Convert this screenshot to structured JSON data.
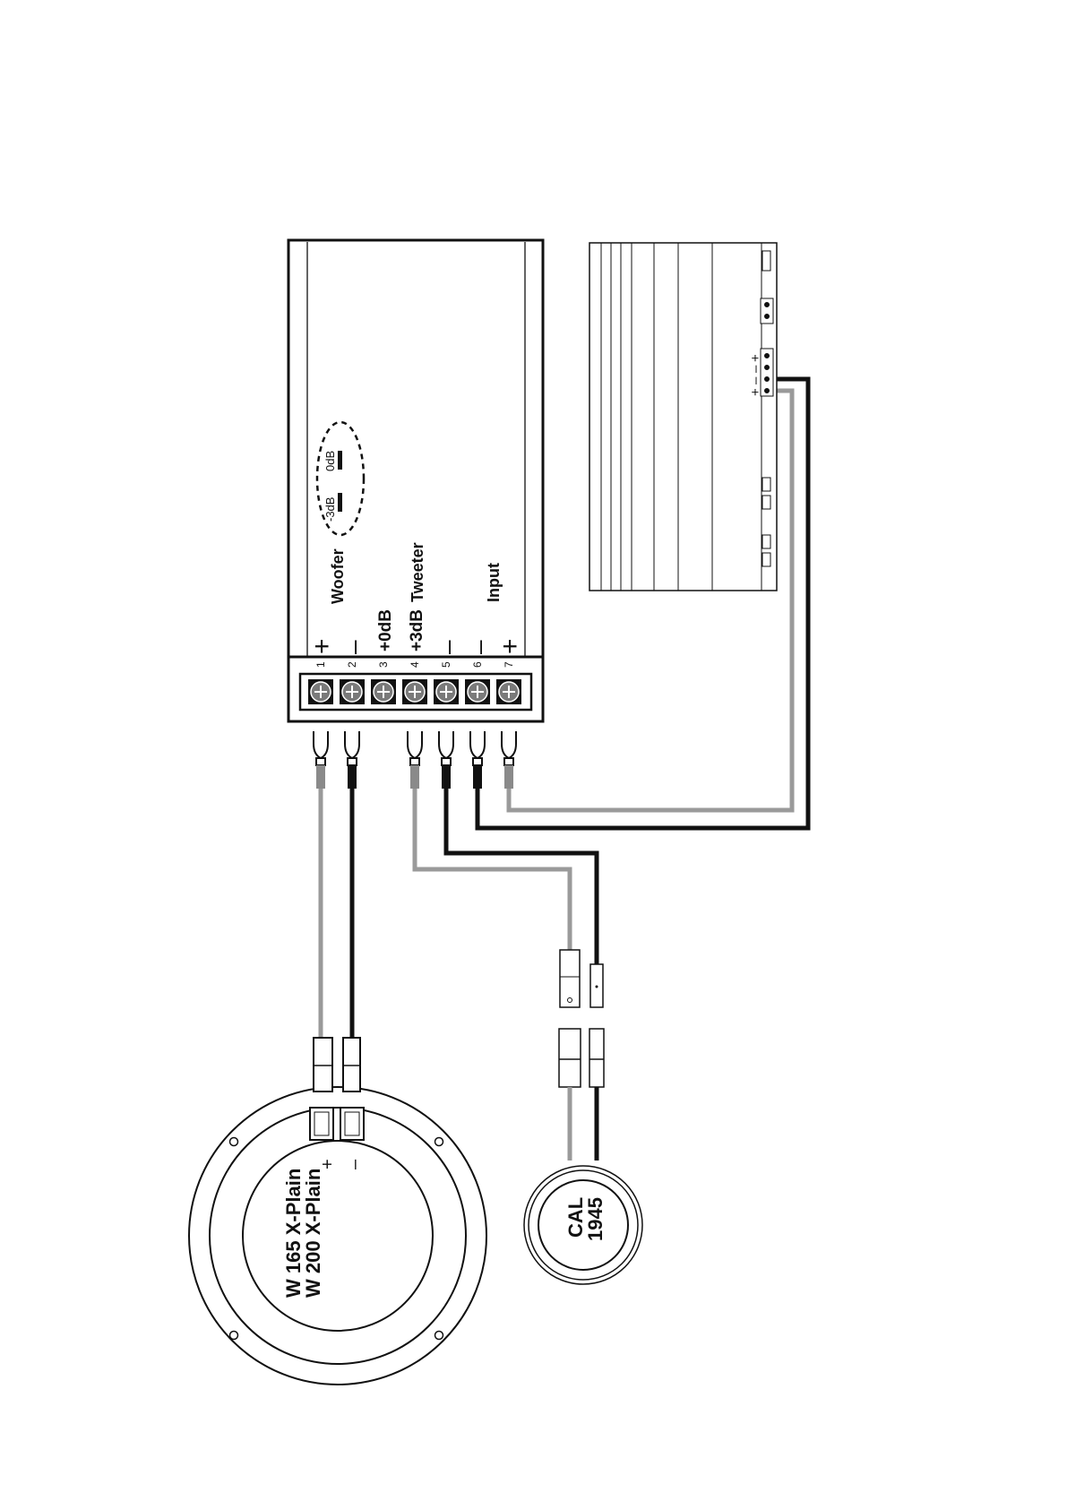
{
  "crossover": {
    "terminal_numbers": [
      "1",
      "2",
      "3",
      "4",
      "5",
      "6",
      "7"
    ],
    "terminal_signs": [
      "+",
      "–",
      "+0dB",
      "+3dB",
      "–",
      "–",
      "+"
    ],
    "labels": {
      "woofer": "Woofer",
      "tweeter": "Tweeter",
      "input": "Input"
    },
    "jumper": {
      "minus3db": "-3dB",
      "zerodb": "0dB"
    }
  },
  "amplifier": {
    "terminal_signs": [
      "+",
      "–",
      "–",
      "+"
    ]
  },
  "woofer": {
    "model_line1": "W 165 X-Plain",
    "model_line2": "W 200 X-Plain",
    "plus": "+",
    "minus": "–"
  },
  "tweeter": {
    "model_line1": "CAL",
    "model_line2": "1945"
  },
  "colors": {
    "line": "#111111",
    "wire_positive": "#9a9a9a",
    "wire_negative": "#111111",
    "terminal_fill": "#7a7a7a"
  }
}
